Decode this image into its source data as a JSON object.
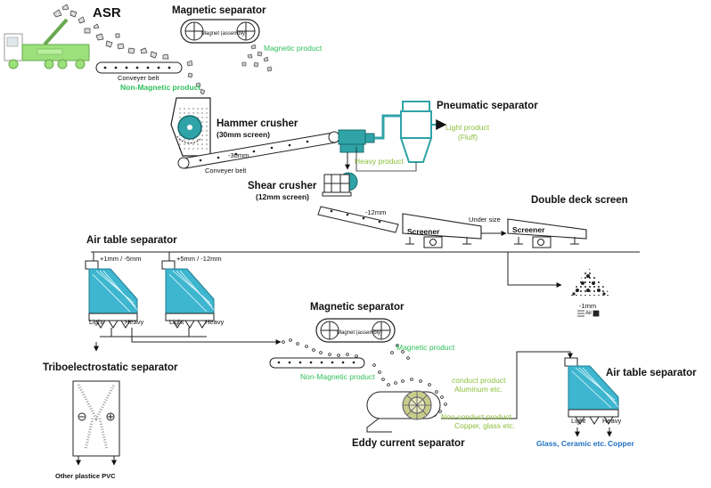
{
  "labels": {
    "asr": "ASR",
    "magnetic_separator_1": "Magnetic separator",
    "magnetic_product_1": "Magnetic product",
    "conveyer_belt_1": "Conveyer belt",
    "non_magnetic_1": "Non-Magnetic product",
    "hammer_crusher": "Hammer crusher",
    "hammer_screen": "(30mm screen)",
    "size_30": "-30mm",
    "conveyer_belt_2": "Conveyer belt",
    "pneumatic_separator": "Pneumatic separator",
    "light_product": "Light product",
    "fluff": "(Fluff)",
    "heavy_product": "Heavy product",
    "shear_crusher": "Shear crusher",
    "shear_screen": "(12mm screen)",
    "size_12": "-12mm",
    "double_deck_screen": "Double deck screen",
    "under_size": "Under size",
    "screener_1": "Screener",
    "screener_2": "Screener",
    "air_table_separator_1": "Air table separator",
    "fraction_1": "+1mm / -5mm",
    "fraction_2": "+5mm / -12mm",
    "light_1": "Light",
    "heavy_1": "Heavy",
    "light_2": "Light",
    "heavy_2": "Heavy",
    "minus_1mm": "-1mm",
    "air_label": "Air",
    "magnetic_separator_2": "Magnetic separator",
    "magnetic_product_2": "Magnetic product",
    "non_magnetic_2": "Non-Magnetic product",
    "conduct_product": "conduct product",
    "aluminum": "Aluminum etc.",
    "non_conduct_product": "Non-conduct product",
    "copper_glass": "Copper, glass etc.",
    "eddy_current_separator": "Eddy current separator",
    "triboelectrostatic_separator": "Triboelectrostatic separator",
    "other_plastics": "Other plastice PVC",
    "air_table_separator_2": "Air table separator",
    "light_3": "Light",
    "heavy_3": "Heavy",
    "glass_ceramic": "Glass, Ceramic etc.",
    "copper": "Copper",
    "magnet_assembly_1": "Magnet (assembly)",
    "magnet_assembly_2": "Magnet (assembly)"
  },
  "colors": {
    "truck": "#9be07a",
    "equipment": "#2fa3a8",
    "magnetic_text": "#2fbf5a",
    "conduct_text": "#8bbf3a",
    "output_text": "#1f6fc0"
  }
}
